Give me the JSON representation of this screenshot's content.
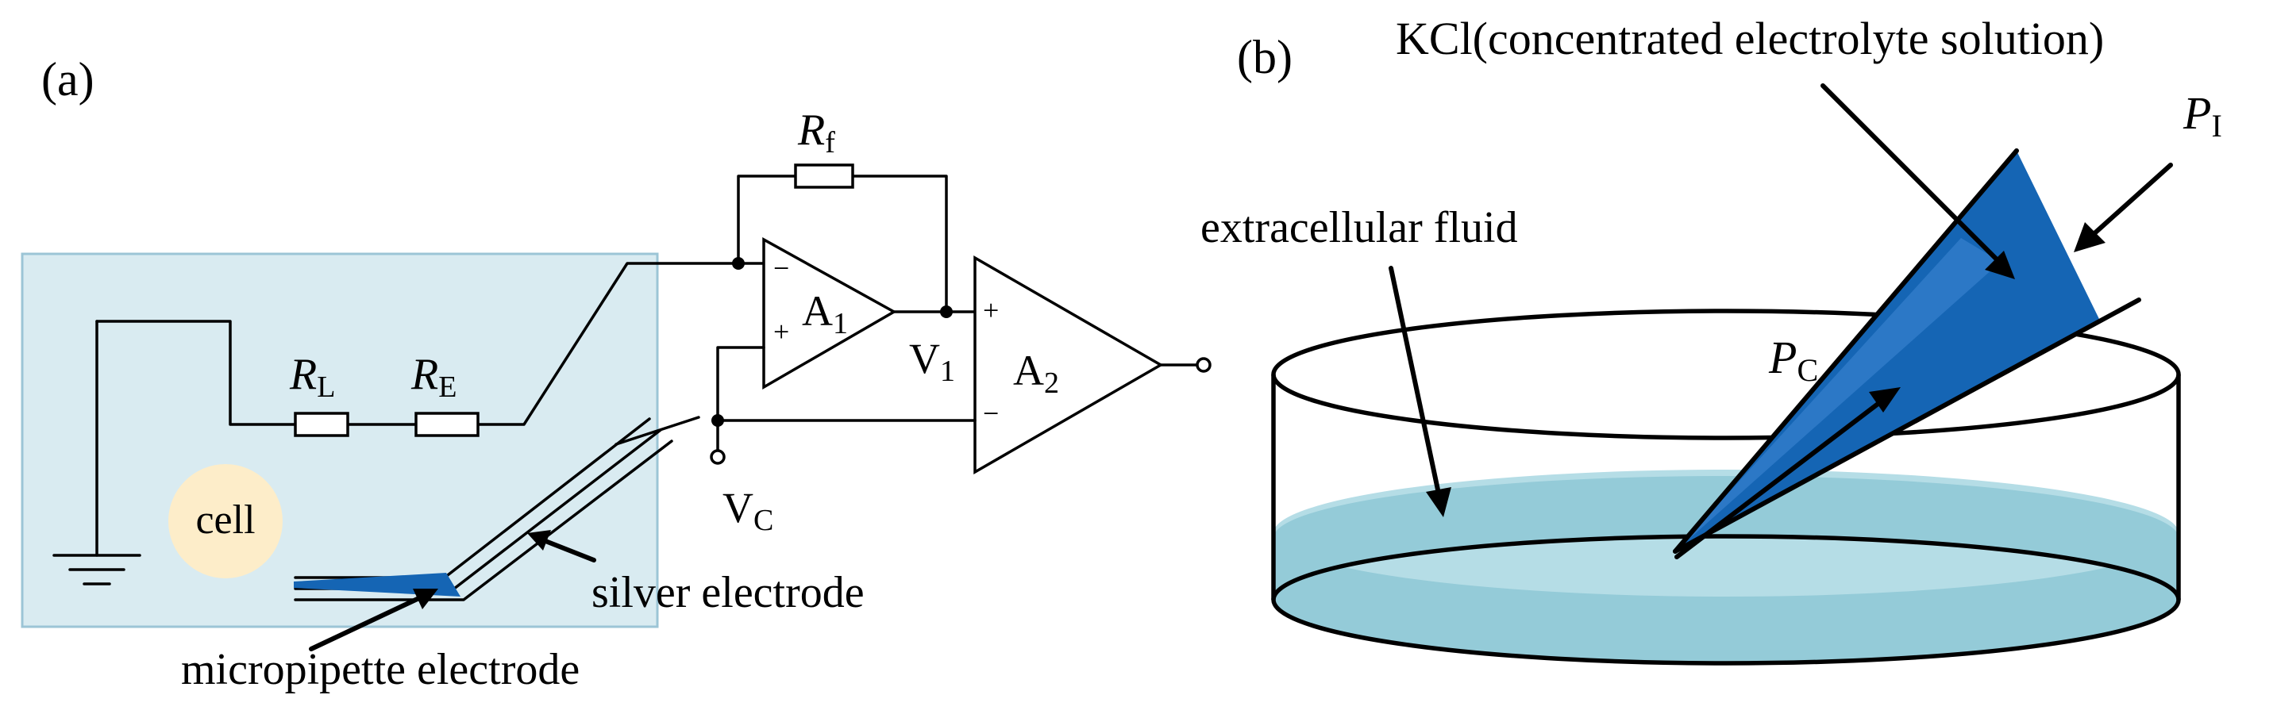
{
  "panel_a": {
    "label": "(a)",
    "resistors": {
      "feedback": {
        "symbol": "R",
        "subscript": "f"
      },
      "load": {
        "symbol": "R",
        "subscript": "L"
      },
      "electrode": {
        "symbol": "R",
        "subscript": "E"
      }
    },
    "amplifiers": [
      {
        "symbol": "A",
        "subscript": "1",
        "minus": "−",
        "plus": "+"
      },
      {
        "symbol": "A",
        "subscript": "2",
        "minus": "−",
        "plus": "+"
      }
    ],
    "node_v1": {
      "symbol": "V",
      "subscript": "1"
    },
    "node_vc": {
      "symbol": "V",
      "subscript": "C"
    },
    "cell_label": "cell",
    "silver_electrode_label": "silver electrode",
    "micropipette_label": "micropipette electrode",
    "colors": {
      "bath_fill": "#d9ebf1",
      "bath_stroke": "#9cc5d6",
      "cell_fill": "#fdedc9",
      "pipette_fill": "#1565b4"
    }
  },
  "panel_b": {
    "label": "(b)",
    "kcl_label": "KCl(concentrated electrolyte solution)",
    "extracellular_label": "extracellular fluid",
    "p_i": {
      "symbol": "P",
      "subscript": "I"
    },
    "p_c": {
      "symbol": "P",
      "subscript": "C"
    },
    "colors": {
      "fluid_fill": "#94cbd8",
      "fluid_top": "#b5dde6",
      "pipette_fill": "#1565b4"
    }
  }
}
